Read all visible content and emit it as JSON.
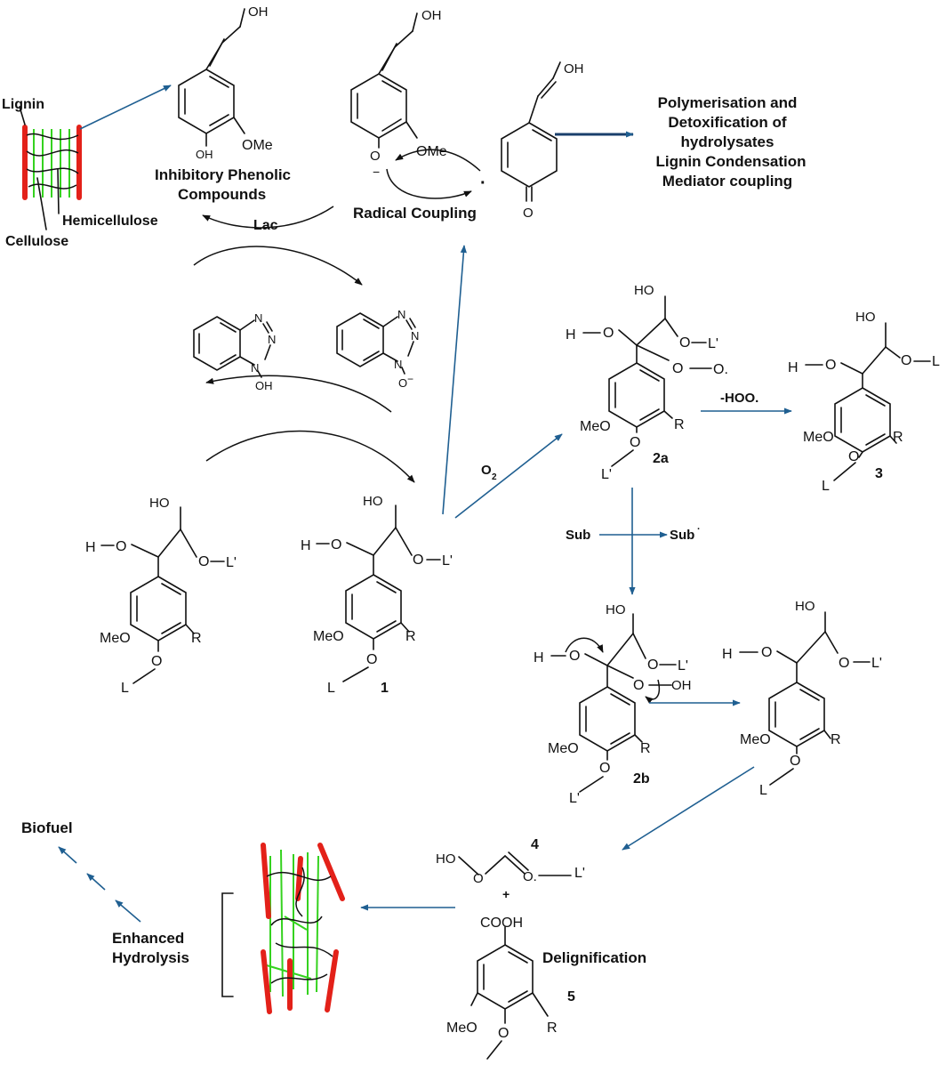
{
  "colors": {
    "lignin_red": "#e32119",
    "cellulose_green": "#35d21f",
    "arrow_blue": "#1f5f91",
    "ink": "#111111"
  },
  "labels": {
    "lignin": "Lignin",
    "hemicellulose": "Hemicellulose",
    "cellulose": "Cellulose",
    "inhibitory_line1": "Inhibitory Phenolic",
    "inhibitory_line2": "Compounds",
    "radical_coupling": "Radical Coupling",
    "outcome_1": "Polymerisation and",
    "outcome_2": "Detoxification of",
    "outcome_3": "hydrolysates",
    "outcome_4": "Lignin Condensation",
    "outcome_5": "Mediator coupling",
    "lac": "Lac",
    "o2": "O",
    "o2_sub": "2",
    "hoo": "-HOO.",
    "sub": "Sub",
    "sub_ox": "Sub",
    "sub_ox_sup": "·",
    "delignification": "Delignification",
    "enhanced_1": "Enhanced",
    "enhanced_2": "Hydrolysis",
    "biofuel": "Biofuel"
  },
  "atoms": {
    "oh": "OH",
    "ome": "OMe",
    "o_minus": "O",
    "minus": "−",
    "o_ketone": "O",
    "dot": "·",
    "ho": "HO",
    "h": "H",
    "o": "O",
    "l_prime": "L'",
    "l": "L",
    "meo": "MeO",
    "r": "R",
    "n": "N",
    "o_dot": "O.",
    "cooh": "COOH",
    "plus": "+"
  },
  "compound_numbers": {
    "c1": "1",
    "c2a": "2a",
    "c2b": "2b",
    "c3": "3",
    "c4": "4",
    "c5": "5"
  }
}
